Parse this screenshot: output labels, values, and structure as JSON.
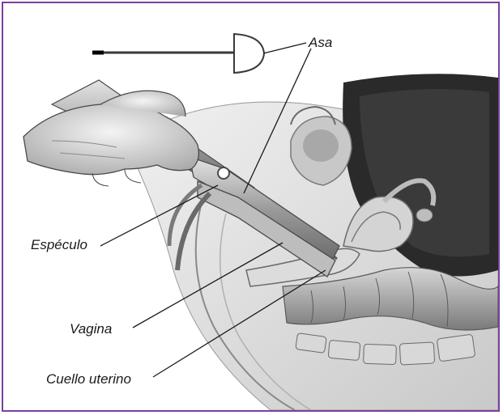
{
  "labels": {
    "asa": "Asa",
    "especulo": "Espéculo",
    "vagina": "Vagina",
    "cuello": "Cuello uterino"
  },
  "colors": {
    "frame": "#7b3f9e",
    "cavity": "#2a2a2a",
    "tissue": "#cfcfcf",
    "instrument": "#9a9a9a"
  }
}
